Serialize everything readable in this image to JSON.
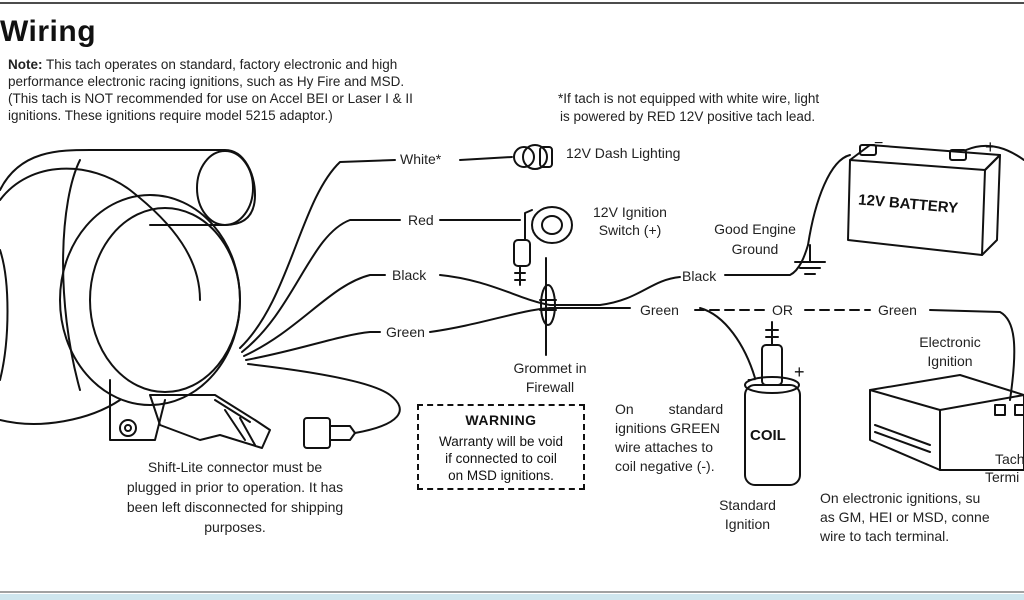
{
  "title": "Wiring",
  "note": {
    "label": "Note:",
    "lines": [
      "This tach operates on standard, factory electronic and high",
      "performance electronic racing ignitions, such as Hy Fire and MSD.",
      "(This tach is NOT recommended for use on Accel BEI or Laser I & II",
      "ignitions. These ignitions require model 5215 adaptor.)"
    ]
  },
  "white_wire_note": [
    "*If tach is not equipped with white wire, light",
    "is powered by RED 12V positive tach lead."
  ],
  "wires": {
    "white": "White*",
    "red": "Red",
    "black": "Black",
    "green": "Green",
    "black_ground": "Black",
    "green_coil": "Green",
    "or": "OR",
    "green_electronic": "Green"
  },
  "labels": {
    "dash_lighting": "12V Dash Lighting",
    "ignition_switch": [
      "12V Ignition",
      "Switch (+)"
    ],
    "engine_ground": [
      "Good Engine",
      "Ground"
    ],
    "battery": "12V BATTERY",
    "grommet": [
      "Grommet in",
      "Firewall"
    ],
    "electronic_ignition": [
      "Electronic",
      "Ignition"
    ],
    "tach_terminal": [
      "Tach",
      "Termi"
    ],
    "coil": "COIL",
    "standard_ignition": [
      "Standard",
      "Ignition"
    ],
    "plus": "+",
    "minus": "−"
  },
  "shift_lite": [
    "Shift-Lite connector must be",
    "plugged in prior to operation. It has",
    "been left disconnected for shipping",
    "purposes."
  ],
  "warning": {
    "title": "WARNING",
    "lines": [
      "Warranty will be void",
      "if connected to coil",
      "on MSD ignitions."
    ]
  },
  "standard_note": [
    "On         standard",
    "ignitions GREEN",
    "wire attaches to",
    "coil negative (-)."
  ],
  "electronic_note": [
    "On electronic ignitions, su",
    "as GM, HEI or MSD, conne",
    "wire to tach terminal."
  ]
}
